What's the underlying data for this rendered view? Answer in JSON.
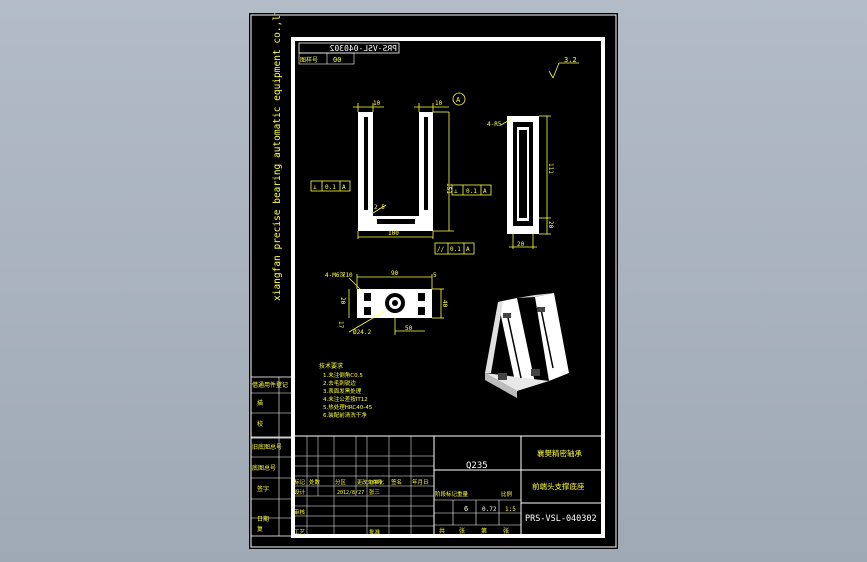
{
  "side_text": "xiangfan precise bearing automatic equipment co.,ltd",
  "top_drawing_no_mirrored": "PRS-VSL-040302",
  "top_code": "00",
  "top_label": "图样号",
  "roughness": "3.2",
  "datum": "A",
  "front_view": {
    "w_left": "10",
    "w_right": "10",
    "height": "151",
    "width": "100",
    "slot": "2.5",
    "tol_perp": "0.1",
    "tol_perp2": "0.1",
    "tol_par": "0.1",
    "tol_datum": "A"
  },
  "side_view": {
    "chamfer": "4-R5",
    "length": "111",
    "bottom": "20",
    "width": "20"
  },
  "top_view": {
    "holes": "4-M6深10",
    "length": "90",
    "edge": "5",
    "h20": "20",
    "h40": "40",
    "h17": "17",
    "dia": "Ø24.2",
    "d50": "50"
  },
  "tech_notes": [
    "技术要求",
    "1.未注倒角C0.5",
    "2.去毛刺锐边",
    "3.表面发黑处理",
    "4.未注公差按IT12",
    "5.热处理HRC40-45",
    "6.装配前清洗干净"
  ],
  "left_strip": [
    "借通用件登记",
    "旧底图总号",
    "底图总号",
    "签字",
    "日期"
  ],
  "left_strip2": [
    "描",
    "校",
    "复"
  ],
  "title_block": {
    "material": "Q235",
    "company": "襄樊精密轴承",
    "part_name": "前端头支撑底座",
    "drawing_no": "PRS-VSL-040302",
    "qty": "6",
    "weight": "0.72",
    "scale": "1:5",
    "hdr_labels": [
      "标记",
      "处数",
      "分区",
      "更改文件号",
      "签名",
      "年月日"
    ],
    "row_labels": [
      "设计",
      "标准化",
      "审核",
      "工艺",
      "批准"
    ],
    "date": "2012/8/27",
    "designer": "张三",
    "stage_labels": [
      "阶段标记",
      "重量",
      "比例"
    ],
    "footer": [
      "共",
      "张",
      "第",
      "张"
    ]
  }
}
